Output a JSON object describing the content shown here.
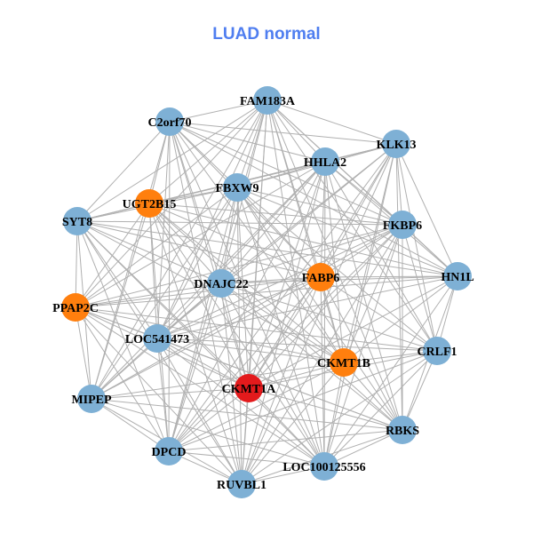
{
  "title": "LUAD normal",
  "colors": {
    "title": "#4f7ef0",
    "edge": "#b0b0b0",
    "blue": "#7eb0d5",
    "orange": "#ff7f0e",
    "red": "#e31a1c"
  },
  "nodes": [
    {
      "label": "FAM183A",
      "color": "blue"
    },
    {
      "label": "C2orf70",
      "color": "blue"
    },
    {
      "label": "KLK13",
      "color": "blue"
    },
    {
      "label": "HHLA2",
      "color": "blue"
    },
    {
      "label": "FBXW9",
      "color": "blue"
    },
    {
      "label": "UGT2B15",
      "color": "orange"
    },
    {
      "label": "SYT8",
      "color": "blue"
    },
    {
      "label": "FKBP6",
      "color": "blue"
    },
    {
      "label": "HN1L",
      "color": "blue"
    },
    {
      "label": "FABP6",
      "color": "orange"
    },
    {
      "label": "DNAJC22",
      "color": "blue"
    },
    {
      "label": "PPAP2C",
      "color": "orange"
    },
    {
      "label": "LOC541473",
      "color": "blue"
    },
    {
      "label": "CRLF1",
      "color": "blue"
    },
    {
      "label": "CKMT1B",
      "color": "orange"
    },
    {
      "label": "CKMT1A",
      "color": "red"
    },
    {
      "label": "MIPEP",
      "color": "blue"
    },
    {
      "label": "RBKS",
      "color": "blue"
    },
    {
      "label": "DPCD",
      "color": "blue"
    },
    {
      "label": "LOC100125556",
      "color": "blue"
    },
    {
      "label": "RUVBL1",
      "color": "blue"
    }
  ],
  "adjacency": [
    [
      1,
      2,
      3,
      4,
      5,
      6,
      7,
      8,
      9,
      10,
      11,
      12,
      13,
      14,
      15,
      16,
      17,
      18,
      19,
      20
    ],
    [
      2,
      3,
      4,
      5,
      6,
      7,
      8,
      9,
      10,
      12,
      14,
      15,
      16,
      18,
      19,
      20
    ],
    [
      3,
      4,
      5,
      6,
      7,
      8,
      9,
      10,
      12,
      13,
      14,
      15,
      17,
      18,
      19,
      20
    ],
    [
      4,
      5,
      6,
      7,
      8,
      9,
      10,
      11,
      12,
      13,
      14,
      15,
      16,
      17,
      18,
      19,
      20
    ],
    [
      5,
      6,
      7,
      8,
      9,
      10,
      11,
      12,
      13,
      14,
      15,
      16,
      17,
      18,
      19,
      20
    ],
    [
      6,
      7,
      8,
      9,
      10,
      11,
      12,
      14,
      15,
      16,
      17,
      18,
      19,
      20
    ],
    [
      7,
      8,
      9,
      10,
      11,
      12,
      14,
      15,
      16,
      18,
      19,
      20
    ],
    [
      8,
      9,
      10,
      11,
      12,
      13,
      14,
      15,
      16,
      17,
      18,
      19,
      20
    ],
    [
      9,
      10,
      11,
      12,
      13,
      14,
      15,
      17,
      19
    ],
    [
      10,
      11,
      12,
      13,
      14,
      15,
      16,
      17,
      18,
      19,
      20
    ],
    [
      11,
      12,
      13,
      14,
      15,
      16,
      17,
      18,
      19,
      20
    ],
    [
      12,
      13,
      14,
      15,
      16,
      17,
      18,
      19,
      20
    ],
    [
      13,
      14,
      15,
      16,
      17,
      18,
      19,
      20
    ],
    [
      14,
      15,
      17,
      18,
      19,
      20
    ],
    [
      15,
      16,
      17,
      18,
      19,
      20
    ],
    [
      16,
      17,
      18,
      19,
      20
    ],
    [
      17,
      18,
      19,
      20
    ],
    [
      18,
      19,
      20
    ],
    [
      19,
      20
    ],
    [
      20
    ],
    []
  ]
}
